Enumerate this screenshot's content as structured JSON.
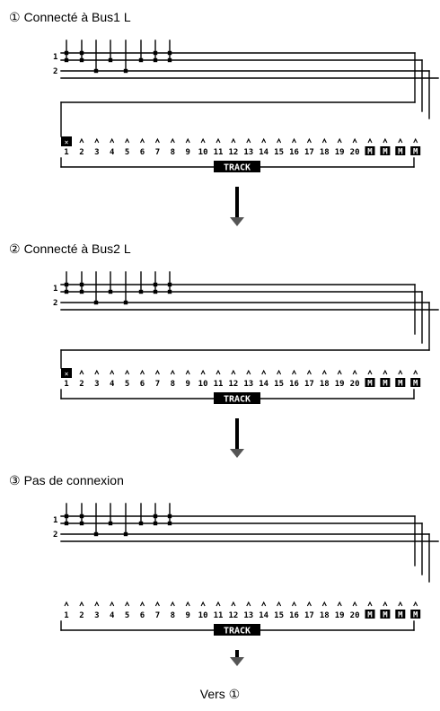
{
  "sections": [
    {
      "number": "①",
      "title": "Connecté à Bus1 L",
      "connected_bus": 1,
      "source_button_state": "connected"
    },
    {
      "number": "②",
      "title": "Connecté à Bus2 L",
      "connected_bus": 2,
      "source_button_state": "connected"
    },
    {
      "number": "③",
      "title": "Pas de connexion",
      "connected_bus": 0,
      "source_button_state": "none"
    }
  ],
  "bus_labels": [
    "1",
    "2"
  ],
  "track_labels": [
    "1",
    "2",
    "3",
    "4",
    "5",
    "6",
    "7",
    "8",
    "9",
    "10",
    "11",
    "12",
    "13",
    "14",
    "15",
    "16",
    "17",
    "18",
    "19",
    "20",
    "M",
    "M",
    "M",
    "M"
  ],
  "track_banner": "TRACK",
  "footer": {
    "text": "Vers",
    "number": "①"
  },
  "colors": {
    "line": "#000000",
    "banner_bg": "#000000",
    "banner_text": "#ffffff",
    "arrow": "#555555"
  }
}
